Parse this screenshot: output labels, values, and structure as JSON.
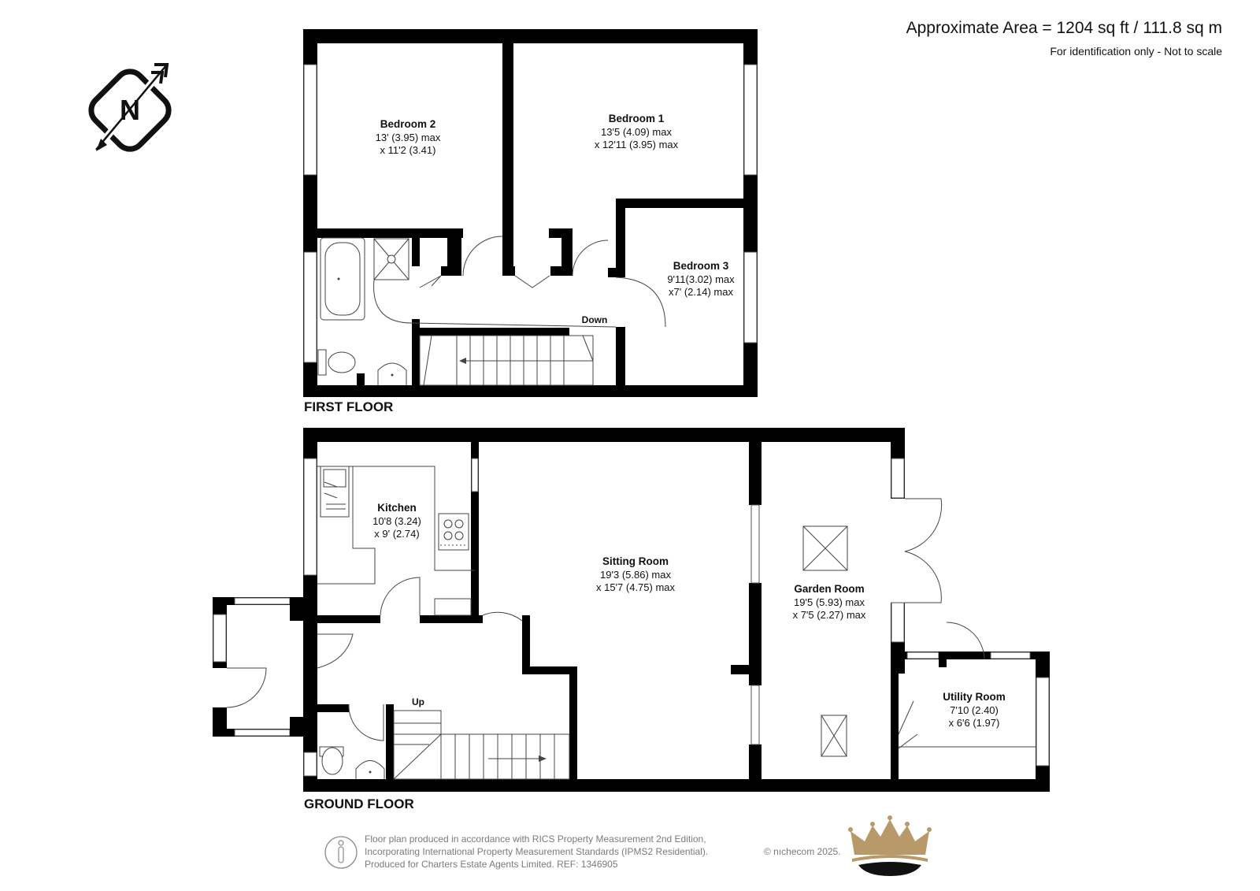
{
  "header": {
    "area": "Approximate Area = 1204 sq ft / 111.8 sq m",
    "note": "For identification only - Not to scale"
  },
  "compass": {
    "letter": "N",
    "icon": "north-compass-icon"
  },
  "floors": {
    "first": {
      "label": "FIRST FLOOR",
      "rooms": {
        "bedroom2": {
          "name": "Bedroom 2",
          "dims": [
            "13' (3.95) max",
            "x 11'2 (3.41)"
          ]
        },
        "bedroom1": {
          "name": "Bedroom 1",
          "dims": [
            "13'5 (4.09) max",
            "x 12'11 (3.95) max"
          ]
        },
        "bedroom3": {
          "name": "Bedroom 3",
          "dims": [
            "9'11(3.02) max",
            "x7' (2.14) max"
          ]
        }
      },
      "stairs_label": "Down"
    },
    "ground": {
      "label": "GROUND FLOOR",
      "rooms": {
        "kitchen": {
          "name": "Kitchen",
          "dims": [
            "10'8 (3.24)",
            "x 9' (2.74)"
          ]
        },
        "sitting": {
          "name": "Sitting Room",
          "dims": [
            "19'3 (5.86) max",
            "x 15'7 (4.75) max"
          ]
        },
        "garden": {
          "name": "Garden Room",
          "dims": [
            "19'5 (5.93) max",
            "x 7'5 (2.27) max"
          ]
        },
        "utility": {
          "name": "Utility Room",
          "dims": [
            "7'10 (2.40)",
            "x 6'6 (1.97)"
          ]
        }
      },
      "stairs_label": "Up"
    }
  },
  "footer": {
    "lines": [
      "Floor plan produced in accordance with RICS Property Measurement 2nd Edition,",
      "Incorporating International Property Measurement Standards (IPMS2 Residential).",
      "Produced for Charters Estate Agents Limited.   REF: 1346905"
    ],
    "copyright": "© nıchecom 2025.",
    "logo_icon": "crown-logo-icon",
    "colors": {
      "crown": "#b8996a",
      "crown_base": "#111111"
    }
  }
}
